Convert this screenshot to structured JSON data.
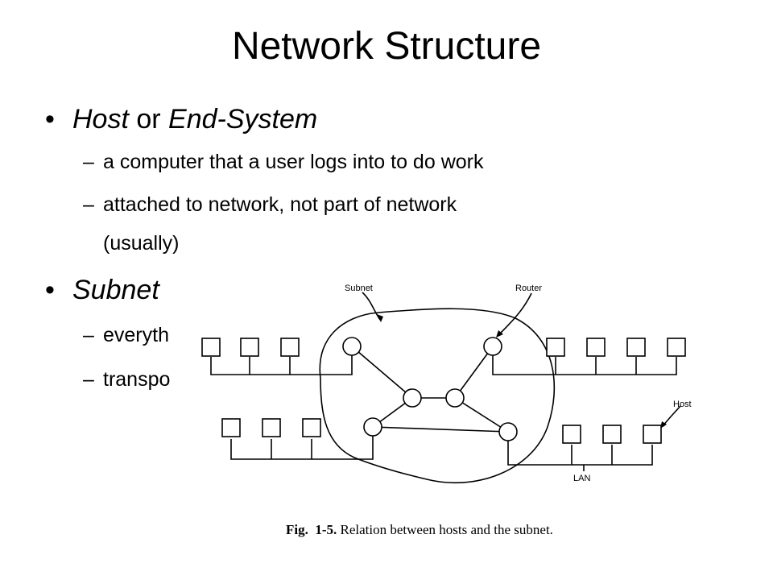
{
  "slide": {
    "title": "Network Structure",
    "bullets": [
      {
        "marker": "•",
        "term_a": "Host",
        "joiner": " or ",
        "term_b": "End-System",
        "subs": [
          {
            "marker": "–",
            "text": "a computer that a user logs into to do work"
          },
          {
            "marker": "–",
            "text": "attached to network, not part of network",
            "text_cont": "(usually)"
          }
        ]
      },
      {
        "marker": "•",
        "term": "Subnet",
        "subs": [
          {
            "marker": "–",
            "text": "everyth"
          },
          {
            "marker": "–",
            "text": "transpo"
          }
        ]
      }
    ]
  },
  "figure": {
    "labels": {
      "subnet": "Subnet",
      "router": "Router",
      "host": "Host",
      "lan": "LAN"
    },
    "caption": {
      "fig": "Fig.",
      "num": "1-5.",
      "text": "Relation between hosts and the subnet."
    }
  }
}
